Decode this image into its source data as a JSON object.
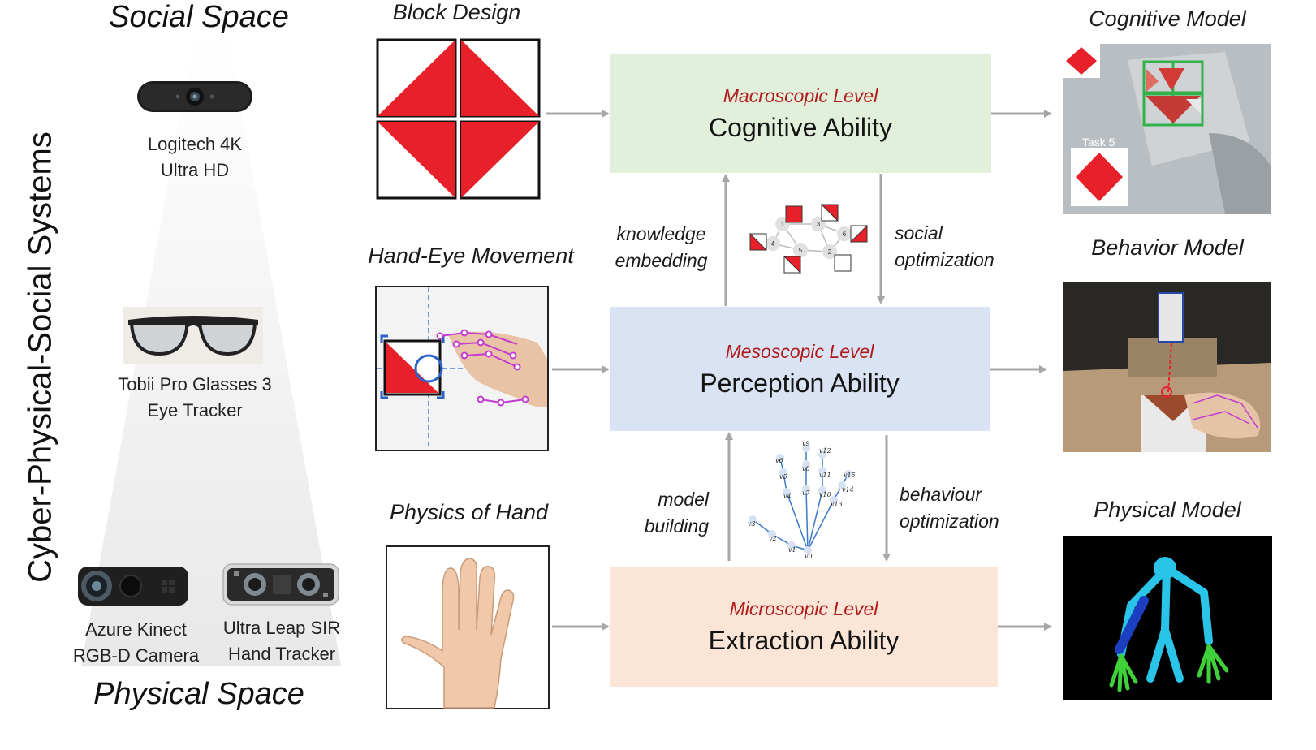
{
  "vertical_title": "Cyber-Physical-Social Systems",
  "spaces": {
    "social": "Social Space",
    "physical": "Physical Space"
  },
  "devices": {
    "webcam": {
      "line1": "Logitech 4K",
      "line2": "Ultra HD",
      "icon": "webcam-icon"
    },
    "glasses": {
      "line1": "Tobii Pro Glasses 3",
      "line2": "Eye Tracker",
      "icon": "eye-tracker-glasses-icon"
    },
    "kinect": {
      "line1": "Azure Kinect",
      "line2": "RGB-D Camera",
      "icon": "depth-camera-icon"
    },
    "leap": {
      "line1": "Ultra Leap SIR",
      "line2": "Hand Tracker",
      "icon": "hand-tracker-icon"
    }
  },
  "inputs": {
    "block_design": "Block Design",
    "hand_eye": "Hand-Eye Movement",
    "physics_hand": "Physics of Hand"
  },
  "levels": {
    "macro": {
      "name": "Macroscopic Level",
      "ability": "Cognitive Ability",
      "color": "#e2efda"
    },
    "meso": {
      "name": "Mesoscopic Level",
      "ability": "Perception Ability",
      "color": "#dae3f3"
    },
    "micro": {
      "name": "Microscopic Level",
      "ability": "Extraction Ability",
      "color": "#fbe5d6"
    }
  },
  "annotations": {
    "knowledge": [
      "knowledge",
      "embedding"
    ],
    "social": [
      "social",
      "optimization"
    ],
    "model": [
      "model",
      "building"
    ],
    "behaviour": [
      "behaviour",
      "optimization"
    ]
  },
  "graph_nodes": [
    "1",
    "3",
    "6",
    "4",
    "5",
    "2"
  ],
  "hand_nodes": [
    "v0",
    "v1",
    "v2",
    "v3",
    "v4",
    "v5",
    "v6",
    "v7",
    "v8",
    "v9",
    "v10",
    "v11",
    "v12",
    "v13",
    "v14",
    "v15"
  ],
  "outputs": {
    "cognitive": "Cognitive Model",
    "behavior": "Behavior Model",
    "physical": "Physical Model",
    "task_label": "Task 5"
  },
  "colors": {
    "red": "#e8202a",
    "accent_text": "#b01a1a",
    "arrow": "#a6a6a6"
  }
}
